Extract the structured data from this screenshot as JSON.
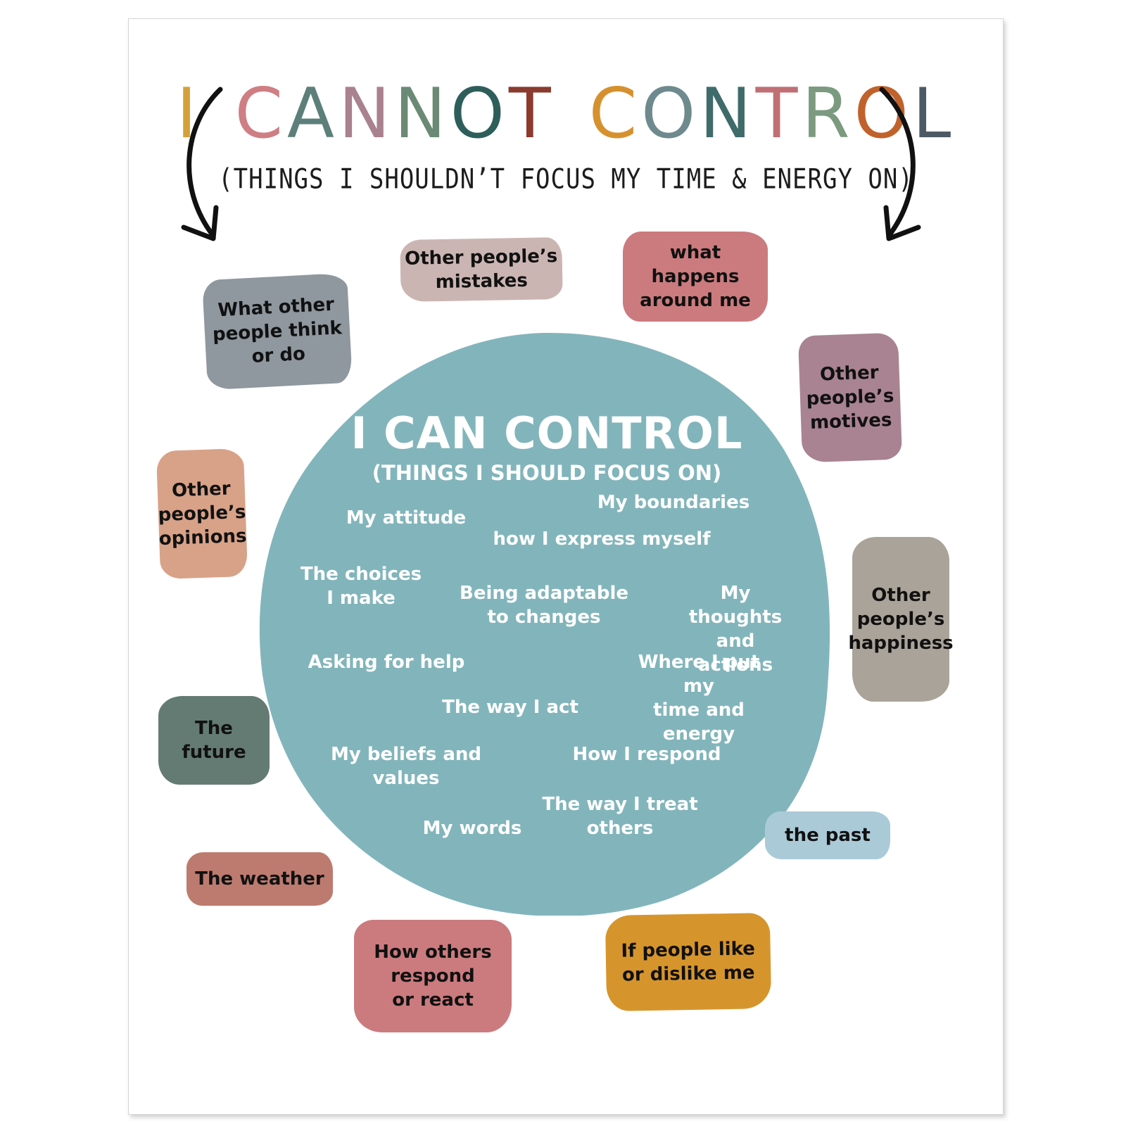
{
  "title": {
    "letters": [
      {
        "ch": "I",
        "color": "#d4a03a"
      },
      {
        "ch": " ",
        "color": "#ffffff"
      },
      {
        "ch": "C",
        "color": "#cf7e83"
      },
      {
        "ch": "A",
        "color": "#5c7f7a"
      },
      {
        "ch": "N",
        "color": "#a9818f"
      },
      {
        "ch": "N",
        "color": "#6b8a76"
      },
      {
        "ch": "O",
        "color": "#2e5e5a"
      },
      {
        "ch": "T",
        "color": "#8a3a2e"
      },
      {
        "ch": " ",
        "color": "#ffffff"
      },
      {
        "ch": "C",
        "color": "#d6912f"
      },
      {
        "ch": "O",
        "color": "#6e8a8e"
      },
      {
        "ch": "N",
        "color": "#3f6b6b"
      },
      {
        "ch": "T",
        "color": "#c06f74"
      },
      {
        "ch": "R",
        "color": "#7b9a80"
      },
      {
        "ch": "O",
        "color": "#c0622b"
      },
      {
        "ch": "L",
        "color": "#4d5a66"
      }
    ],
    "subtitle": "(THINGS I SHOULDN’T FOCUS MY TIME & ENERGY ON)"
  },
  "center": {
    "color": "#82b5bb",
    "title": "I CAN CONTROL",
    "subtitle": "(THINGS I SHOULD FOCUS ON)",
    "items": [
      "My attitude",
      "My boundaries",
      "how I express myself",
      "The choices\nI make",
      "Being adaptable\nto changes",
      "My thoughts\nand actions",
      "Asking for help",
      "Where I put my\ntime and energy",
      "The way I act",
      "My beliefs and\nvalues",
      "How I respond",
      "The way I treat\nothers",
      "My words"
    ]
  },
  "outside": [
    {
      "text": "What other\npeople think\nor do",
      "color": "#8f979f"
    },
    {
      "text": "Other people’s\nmistakes",
      "color": "#cbb5b3"
    },
    {
      "text": "what\nhappens\naround me",
      "color": "#cb7b7e"
    },
    {
      "text": "Other\npeople’s\nmotives",
      "color": "#a98391"
    },
    {
      "text": "Other\npeople’s\nopinions",
      "color": "#d8a288"
    },
    {
      "text": "Other\npeople’s\nhappiness",
      "color": "#aaa399"
    },
    {
      "text": "The\nfuture",
      "color": "#647b74"
    },
    {
      "text": "the past",
      "color": "#abcad8"
    },
    {
      "text": "The weather",
      "color": "#bd7b6f"
    },
    {
      "text": "How others\nrespond\nor react",
      "color": "#cb7b7e"
    },
    {
      "text": "If people like\nor dislike me",
      "color": "#d6952c"
    }
  ]
}
